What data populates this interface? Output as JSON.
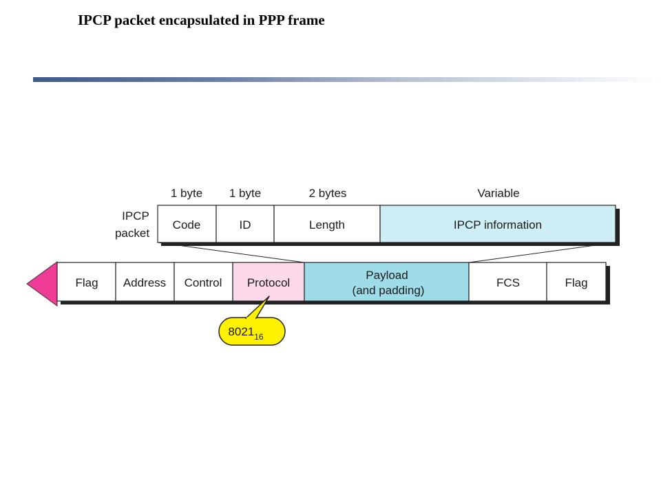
{
  "slide": {
    "title": "IPCP packet encapsulated in PPP frame"
  },
  "ipcp_packet": {
    "label_line1": "IPCP",
    "label_line2": "packet",
    "fields": [
      {
        "name": "Code",
        "size": "1 byte"
      },
      {
        "name": "ID",
        "size": "1 byte"
      },
      {
        "name": "Length",
        "size": "2 bytes"
      },
      {
        "name": "IPCP information",
        "size": "Variable"
      }
    ]
  },
  "ppp_frame": {
    "fields": {
      "flag_start": "Flag",
      "address": "Address",
      "control": "Control",
      "protocol": "Protocol",
      "payload_line1": "Payload",
      "payload_line2": "(and padding)",
      "fcs": "FCS",
      "flag_end": "Flag"
    }
  },
  "protocol_callout": {
    "value": "8021",
    "subscript": "16"
  },
  "colors": {
    "ipcp_info_fill": "#cdeef5",
    "payload_fill": "#9fdcea",
    "protocol_fill": "#fbd9ea",
    "arrow_fill": "#ee3c96",
    "callout_fill": "#fff200",
    "title_rule_start": "#3f5a8c"
  }
}
